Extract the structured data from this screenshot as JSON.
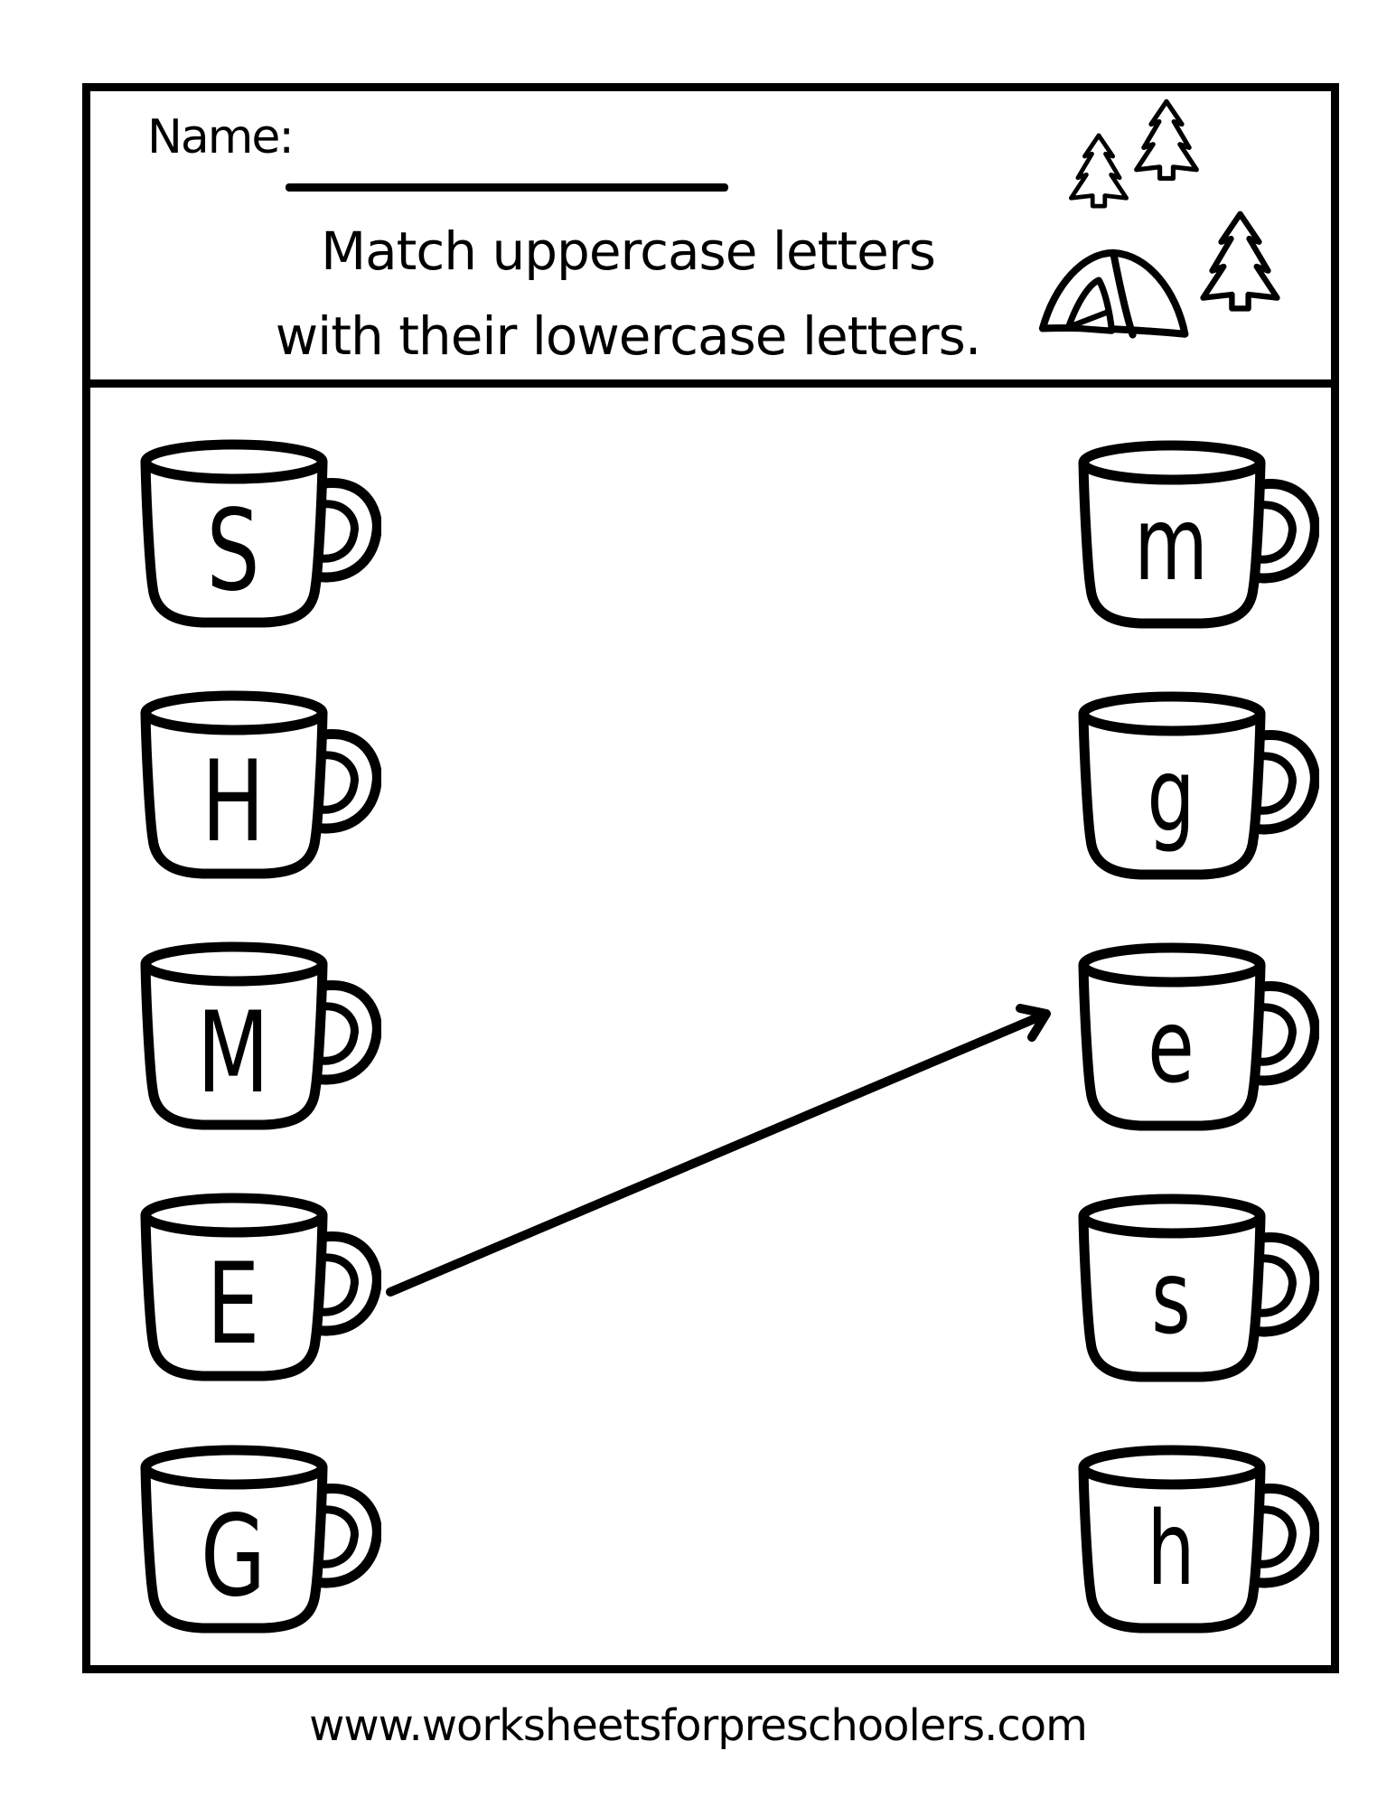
{
  "worksheet": {
    "name_label": "Name:",
    "instruction_line1": "Match uppercase letters",
    "instruction_line2": "with their lowercase letters.",
    "footer_url": "www.worksheetsforpreschoolers.com",
    "ink_color": "#000000",
    "paper_color": "#ffffff"
  },
  "decorations": {
    "icons": [
      "pine-tree",
      "pine-tree",
      "pine-tree",
      "camping-tent"
    ]
  },
  "matching": {
    "left_column": [
      {
        "letter": "S"
      },
      {
        "letter": "H"
      },
      {
        "letter": "M"
      },
      {
        "letter": "E"
      },
      {
        "letter": "G"
      }
    ],
    "right_column": [
      {
        "letter": "m"
      },
      {
        "letter": "g"
      },
      {
        "letter": "e"
      },
      {
        "letter": "s"
      },
      {
        "letter": "h"
      }
    ],
    "drawn_connections": [
      {
        "from": "E",
        "to": "e"
      }
    ]
  }
}
